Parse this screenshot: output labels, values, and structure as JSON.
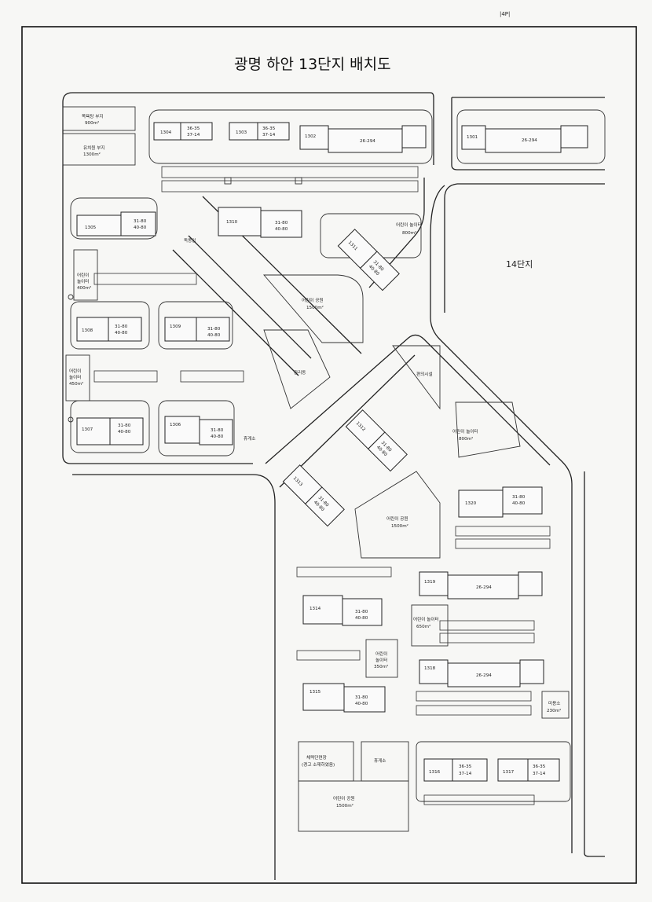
{
  "header_mark": "|4P|",
  "title": "광명 하안 13단지 배치도",
  "complex_14": "14단지",
  "buildings": {
    "b1301": {
      "id": "1301",
      "type": "26-294"
    },
    "b1302": {
      "id": "1302",
      "type": "26-294"
    },
    "b1303": {
      "id": "1303",
      "type_a": "36-35",
      "type_b": "37-14"
    },
    "b1304": {
      "id": "1304",
      "type_a": "36-35",
      "type_b": "37-14"
    },
    "b1305": {
      "id": "1305",
      "type_a": "31-80",
      "type_b": "40-80"
    },
    "b1306": {
      "id": "1306",
      "type_a": "31-80",
      "type_b": "40-80"
    },
    "b1307": {
      "id": "1307",
      "type_a": "31-80",
      "type_b": "40-80"
    },
    "b1308": {
      "id": "1308",
      "type_a": "31-80",
      "type_b": "40-80"
    },
    "b1309": {
      "id": "1309",
      "type_a": "31-80",
      "type_b": "40-80"
    },
    "b1310": {
      "id": "1310",
      "type_a": "31-80",
      "type_b": "40-80"
    },
    "b1311": {
      "id": "1311",
      "type_a": "31-80",
      "type_b": "40-80"
    },
    "b1312": {
      "id": "1312",
      "type_a": "31-80",
      "type_b": "40-80"
    },
    "b1313": {
      "id": "1313",
      "type_a": "31-80",
      "type_b": "40-80"
    },
    "b1314": {
      "id": "1314",
      "type_a": "31-80",
      "type_b": "40-80"
    },
    "b1315": {
      "id": "1315",
      "type_a": "31-80",
      "type_b": "40-80"
    },
    "b1316": {
      "id": "1316",
      "type_a": "36-35",
      "type_b": "37-14"
    },
    "b1317": {
      "id": "1317",
      "type_a": "36-35",
      "type_b": "37-14"
    },
    "b1318": {
      "id": "1318",
      "type": "26-294"
    },
    "b1319": {
      "id": "1319",
      "type": "26-294"
    },
    "b1320": {
      "id": "1320",
      "type_a": "31-80",
      "type_b": "40-80"
    }
  },
  "facilities": {
    "school_site": {
      "line1": "목욕탕 부지",
      "line2": "900m²"
    },
    "kinder_site": {
      "line1": "유치원 부지",
      "line2": "1300m²"
    },
    "dongsa": "독동입",
    "play_1_line1": "어린이",
    "play_1_line2": "놀이터",
    "play_1_line3": "400m²",
    "play_2_line1": "어린이",
    "play_2_line2": "놀이터",
    "play_2_line3": "450m²",
    "play_3": {
      "line1": "어린이 놀이터",
      "line2": "800m²"
    },
    "park_1": {
      "line1": "어린이 공원",
      "line2": "1500m²"
    },
    "mgmt": "관리동",
    "rest_1": "휴게소",
    "store": "편의시설",
    "play_4": {
      "line1": "어린이 놀이터",
      "line2": "800m²"
    },
    "park_2": {
      "line1": "어린이 공원",
      "line2": "1500m²"
    },
    "play_5": {
      "line1": "어린이 놀이터",
      "line2": "650m²"
    },
    "play_6_line1": "어린이",
    "play_6_line2": "놀이터",
    "play_6_line3": "350m²",
    "sub_station": {
      "line1": "미용소",
      "line2": "230m²"
    },
    "welfare": {
      "line1": "체력단련장",
      "line2": "(경고 소재하였음)"
    },
    "rest_2": "휴게소",
    "park_3": {
      "line1": "어린이 공원",
      "line2": "1500m²"
    }
  }
}
